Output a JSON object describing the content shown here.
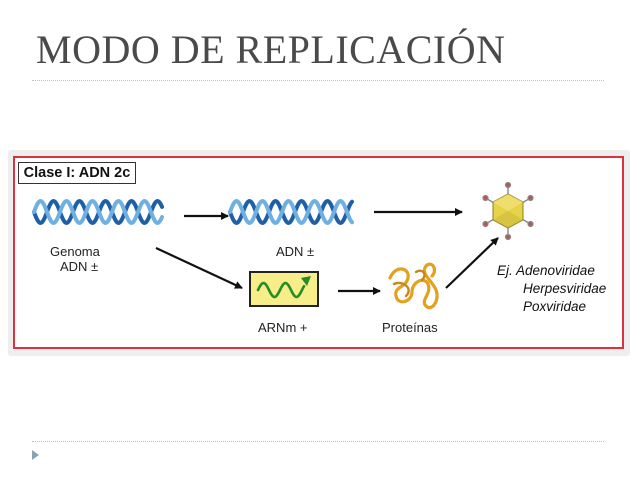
{
  "slide": {
    "title": "MODO DE REPLICACIÓN"
  },
  "figure": {
    "class_label": "Clase I: ADN 2c",
    "labels": {
      "genoma_line1": "Genoma",
      "genoma_line2": "ADN ±",
      "adn": "ADN ±",
      "arnm": "ARNm +",
      "proteinas": "Proteínas"
    },
    "examples": {
      "prefix": "Ej.",
      "items": [
        "Adenoviridae",
        "Herpesviridae",
        "Poxviridae"
      ]
    },
    "colors": {
      "frame": "#d7343f",
      "dna_strand_a": "#1f5fa8",
      "dna_strand_b": "#6fb0e0",
      "mrna_wave": "#2a8a2a",
      "mrna_box": "#f7ee8a",
      "protein": "#e3a11e",
      "virion": "#e6d34a"
    }
  }
}
